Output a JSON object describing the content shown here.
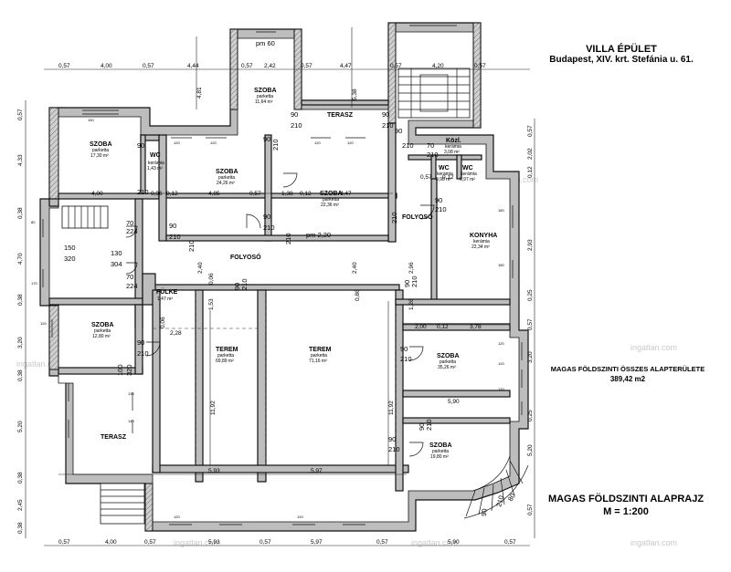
{
  "title": {
    "line1": "VILLA ÉPÜLET",
    "line2": "Budapest, XIV. krt. Stefánia u. 61."
  },
  "total_area": {
    "label": "MAGAS FÖLDSZINTI ÖSSZES ALAPTERÜLETE",
    "value": "389,42 m2"
  },
  "plan_title": {
    "line1": "MAGAS FÖLDSZINTI ALAPRAJZ",
    "line2": "M = 1:200"
  },
  "watermark": "ingatlan.com",
  "rooms": {
    "szoba_topleft": {
      "name": "SZOBA",
      "floor": "parketta",
      "area": "17,30 m²"
    },
    "wc_left": {
      "name": "WC",
      "floor": "kerámia",
      "area": "1,43 m²"
    },
    "szoba_center_left": {
      "name": "SZOBA",
      "floor": "parketta",
      "area": "24,26 m²"
    },
    "szoba_top": {
      "name": "SZOBA",
      "floor": "parketta",
      "area": "11,64 m²"
    },
    "terasz_top": {
      "name": "TERASZ"
    },
    "szoba_center_right": {
      "name": "SZOBA",
      "floor": "parketta",
      "area": "22,36 m²"
    },
    "konyha": {
      "name": "KONYHA",
      "floor": "kerámia",
      "area": "22,34 m²"
    },
    "wc_right": {
      "name": "WC",
      "floor": "kerámia",
      "area": "0,98 m²"
    },
    "wc_right2": {
      "name": "WC",
      "floor": "kerámia",
      "area": "0,97 m²"
    },
    "kozl": {
      "name": "Közl.",
      "floor": "kerámia",
      "area": "3,08 m²"
    },
    "folyoso_center": {
      "name": "FOLYOSÓ"
    },
    "folyoso_right": {
      "name": "FOLYOSÓ"
    },
    "fulke": {
      "name": "FÜLKE",
      "area": "1,47 m²"
    },
    "szoba_left_mid": {
      "name": "SZOBA",
      "floor": "parketta",
      "area": "12,80 m²"
    },
    "terem_left": {
      "name": "TEREM",
      "floor": "parketta",
      "area": "69,89 m²"
    },
    "terem_right": {
      "name": "TEREM",
      "floor": "parketta",
      "area": "71,16 m²"
    },
    "szoba_right_mid": {
      "name": "SZOBA",
      "floor": "parketta",
      "area": "35,26 m²"
    },
    "szoba_right_bottom": {
      "name": "SZOBA",
      "floor": "parketta",
      "area": "19,80 m²"
    },
    "terasz_left": {
      "name": "TERASZ"
    }
  },
  "dims_top": [
    "0,57",
    "4,00",
    "0,57",
    "4,44",
    "0,57",
    "2,42",
    "0,57",
    "4,47",
    "0,57",
    "4,20",
    "0,57"
  ],
  "dims_bottom": [
    "0,57",
    "4,00",
    "0,57",
    "5,93",
    "0,57",
    "5,97",
    "0,57",
    "5,90",
    "0,57"
  ],
  "dims_left": [
    "0,57",
    "4,33",
    "0,38",
    "4,70",
    "0,38",
    "3,20",
    "0,38",
    "5,20",
    "0,38",
    "2,45",
    "0,38"
  ],
  "dims_right": [
    "0,57",
    "2,02",
    "0,12",
    "2,93",
    "0,25",
    "0,57",
    "3,20",
    "0,25",
    "5,20",
    "0,57"
  ],
  "dims_inner": [
    "4,00",
    "0,96",
    "0,12",
    "4,85",
    "0,57",
    "1,38",
    "0,12",
    "4,47",
    "2,40",
    "2,40",
    "11,92",
    "11,92",
    "5,93",
    "5,97",
    "5,90",
    "2,00",
    "0,12",
    "3,78",
    "2,28",
    "1,53",
    "0,06",
    "0,12",
    "0,57",
    "4,81",
    "5,38",
    "2,96",
    "1,26",
    "0,86",
    "0,06"
  ],
  "doors": [
    "90",
    "210",
    "150",
    "320",
    "130",
    "304",
    "100",
    "320",
    "70",
    "224",
    "80",
    "60",
    "120",
    "170",
    "135",
    "140",
    "pm 2,20",
    "pm 60"
  ],
  "window_codes": [
    "120",
    "135",
    "140",
    "150",
    "170",
    "180",
    "190",
    "80"
  ]
}
